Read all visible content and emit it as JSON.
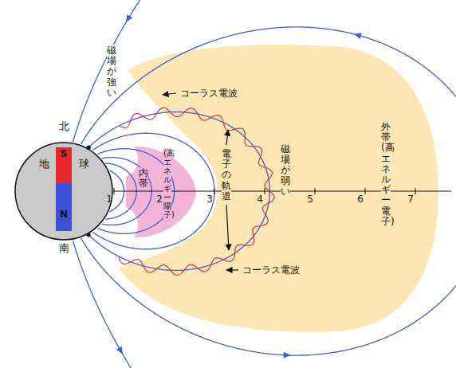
{
  "diagram": {
    "nodes": [
      {
        "text": [
          "地",
          "球"
        ]
      },
      {
        "text": [
          "S"
        ],
        "in": 0
      },
      {
        "text": [
          "N"
        ],
        "in": 0
      },
      {
        "text": [
          "内帯",
          "(高エネルギー陽子)"
        ]
      },
      {
        "text": [
          "外帯(高エネルギー電子)"
        ]
      }
    ],
    "labels": [
      "北",
      "磁場が強い",
      "コーラス電波",
      "電子の軌道",
      "磁場が弱い",
      "1",
      "2",
      "3",
      "4",
      "5",
      "6",
      "7",
      "コーラス電波",
      "南"
    ]
  }
}
